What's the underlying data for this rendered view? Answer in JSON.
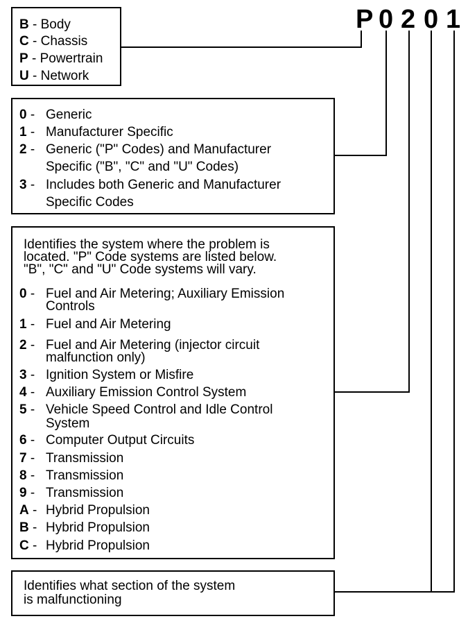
{
  "code": [
    "P",
    "0",
    "2",
    "0",
    "1"
  ],
  "box1": {
    "items": [
      {
        "key": "B",
        "label": "Body"
      },
      {
        "key": "C",
        "label": "Chassis"
      },
      {
        "key": "P",
        "label": "Powertrain"
      },
      {
        "key": "U",
        "label": "Network"
      }
    ]
  },
  "box2": {
    "items": [
      {
        "key": "0",
        "lines": [
          "Generic"
        ]
      },
      {
        "key": "1",
        "lines": [
          "Manufacturer Specific"
        ]
      },
      {
        "key": "2",
        "lines": [
          "Generic (\"P\" Codes) and Manufacturer",
          "Specific (\"B\", \"C\" and \"U\" Codes)"
        ]
      },
      {
        "key": "3",
        "lines": [
          "Includes both Generic and Manufacturer",
          "Specific Codes"
        ]
      }
    ]
  },
  "box3": {
    "intro": [
      "Identifies the system where the problem is",
      "located. \"P\" Code systems are listed below.",
      "\"B\", \"C\" and \"U\" Code systems will vary."
    ],
    "items": [
      {
        "key": "0",
        "lines": [
          "Fuel and Air Metering; Auxiliary Emission",
          "Controls"
        ]
      },
      {
        "key": "1",
        "lines": [
          "Fuel and Air Metering"
        ]
      },
      {
        "key": "2",
        "lines": [
          "Fuel and Air Metering (injector circuit",
          "malfunction only)"
        ]
      },
      {
        "key": "3",
        "lines": [
          "Ignition System or Misfire"
        ]
      },
      {
        "key": "4",
        "lines": [
          "Auxiliary Emission Control System"
        ]
      },
      {
        "key": "5",
        "lines": [
          "Vehicle Speed Control and  Idle Control",
          "System"
        ]
      },
      {
        "key": "6",
        "lines": [
          "Computer Output Circuits"
        ]
      },
      {
        "key": "7",
        "lines": [
          "Transmission"
        ]
      },
      {
        "key": "8",
        "lines": [
          "Transmission"
        ]
      },
      {
        "key": "9",
        "lines": [
          "Transmission"
        ]
      },
      {
        "key": "A",
        "lines": [
          "Hybrid Propulsion"
        ]
      },
      {
        "key": "B",
        "lines": [
          "Hybrid Propulsion"
        ]
      },
      {
        "key": "C",
        "lines": [
          "Hybrid Propulsion"
        ]
      }
    ]
  },
  "box4": {
    "intro": [
      "Identifies what section of the system",
      "is malfunctioning"
    ]
  },
  "dash": "-"
}
